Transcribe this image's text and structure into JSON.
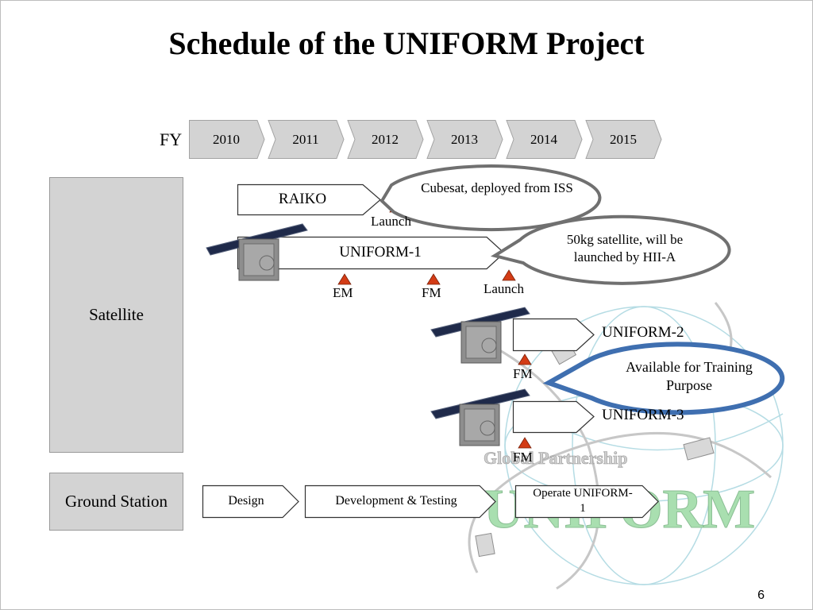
{
  "title": "Schedule of the UNIFORM Project",
  "fy_label": "FY",
  "years": [
    "2010",
    "2011",
    "2012",
    "2013",
    "2014",
    "2015"
  ],
  "categories": {
    "satellite": "Satellite",
    "ground_station": "Ground Station"
  },
  "satellite_bars": {
    "raiko": "RAIKO",
    "uniform1": "UNIFORM-1",
    "uniform2": "UNIFORM-2",
    "uniform3": "UNIFORM-3"
  },
  "milestones": {
    "raiko_launch": "Launch",
    "u1_em": "EM",
    "u1_fm": "FM",
    "u1_launch": "Launch",
    "u2_fm": "FM",
    "u3_fm": "FM"
  },
  "callouts": {
    "raiko": "Cubesat, deployed from ISS",
    "uniform1": "50kg satellite, will be launched by HII-A",
    "training": "Available for Training Purpose"
  },
  "ground_steps": [
    "Design",
    "Development & Testing",
    "Operate UNIFORM-1"
  ],
  "logo": {
    "top": "Global Partnership",
    "main": "UNIFORM"
  },
  "page_number": "6",
  "colors": {
    "milestone": "#d33c16",
    "bar_fill": "#d3d3d3",
    "callout_blue": "#3f6fb0",
    "logo_green": "#9fd6a4"
  }
}
